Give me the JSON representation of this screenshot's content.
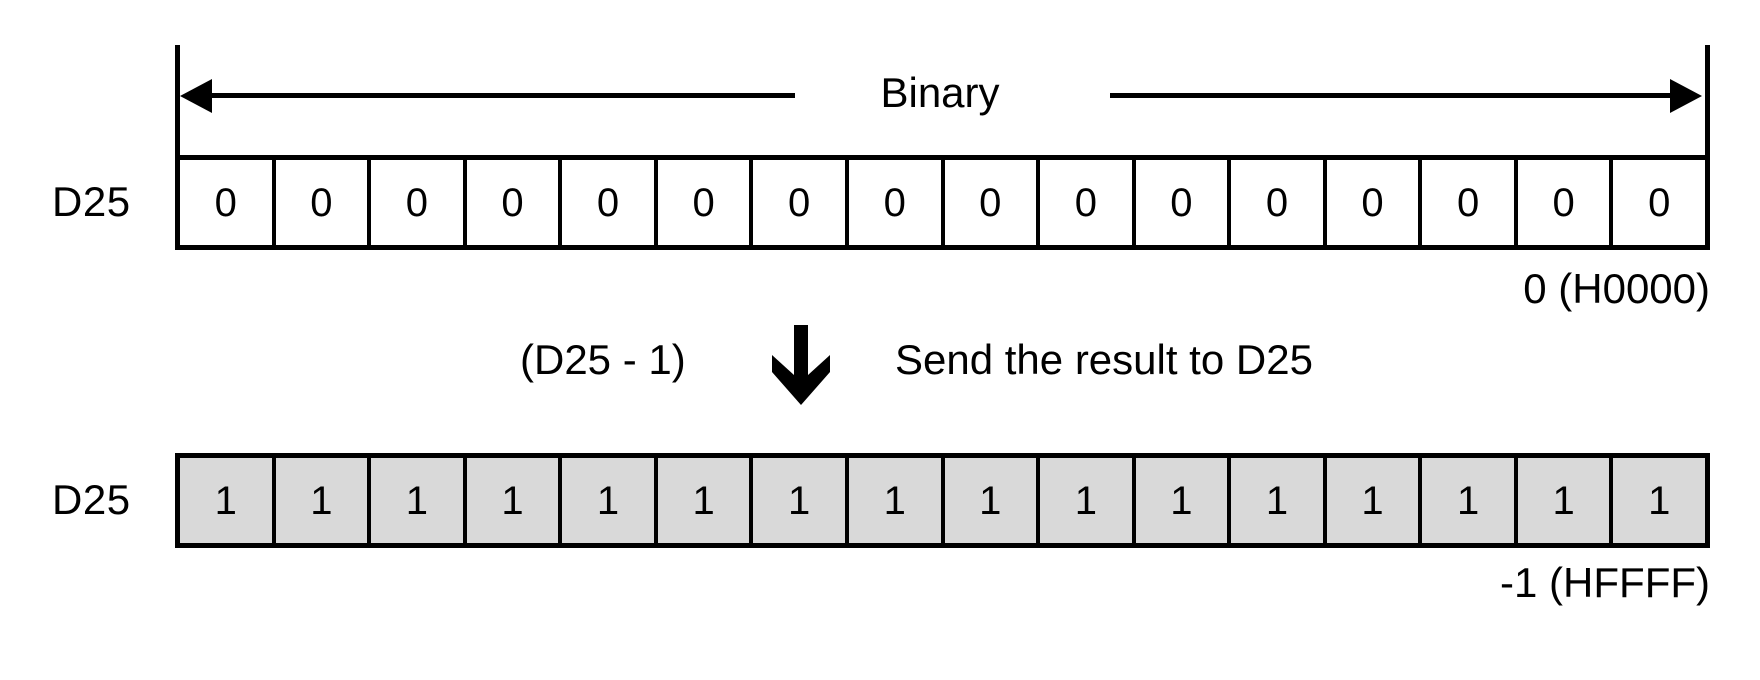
{
  "diagram": {
    "title_hidden": "",
    "span": {
      "label": "Binary",
      "arrow_left_name": "left-arrowhead",
      "arrow_right_name": "right-arrowhead"
    },
    "rows": [
      {
        "label": "D25",
        "bits": [
          "0",
          "0",
          "0",
          "0",
          "0",
          "0",
          "0",
          "0",
          "0",
          "0",
          "0",
          "0",
          "0",
          "0",
          "0",
          "0"
        ],
        "caption": "0 (H0000)",
        "filled": false
      },
      {
        "label": "D25",
        "bits": [
          "1",
          "1",
          "1",
          "1",
          "1",
          "1",
          "1",
          "1",
          "1",
          "1",
          "1",
          "1",
          "1",
          "1",
          "1",
          "1"
        ],
        "caption": "-1 (HFFFF)",
        "filled": true
      }
    ],
    "operation": {
      "expression": "(D25 - 1)",
      "arrow_icon": "down-arrow-icon",
      "result_text": "Send the result to D25"
    },
    "colors": {
      "stroke": "#000000",
      "cell_fill_top": "#ffffff",
      "cell_fill_bottom": "#d9d9d9",
      "background": "#ffffff"
    }
  }
}
